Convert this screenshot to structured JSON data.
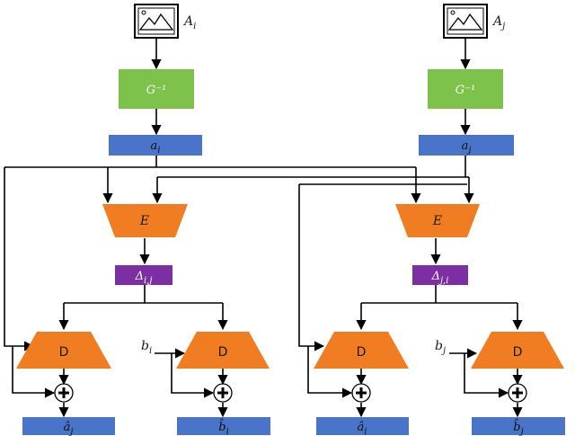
{
  "image_i_label": "A_i",
  "image_j_label": "A_j",
  "inverse_generator_label": "G⁻¹",
  "latent_i": "a_i",
  "latent_j": "a_j",
  "encoder_label": "E",
  "delta_ij": "Δ_i,j",
  "delta_ji": "Δ_j,i",
  "decoder_label": "D",
  "input_b_i": "b_i",
  "input_b_j": "b_j",
  "output_a_j_hat": "â_j",
  "output_b_i_hat": "b̂_i",
  "output_a_i_hat": "â_i",
  "output_b_j_hat": "b̂_j",
  "colors": {
    "generator": "#7dc24a",
    "latent": "#4a74c9",
    "encoder": "#f07d21",
    "delta": "#7b2fa3"
  }
}
